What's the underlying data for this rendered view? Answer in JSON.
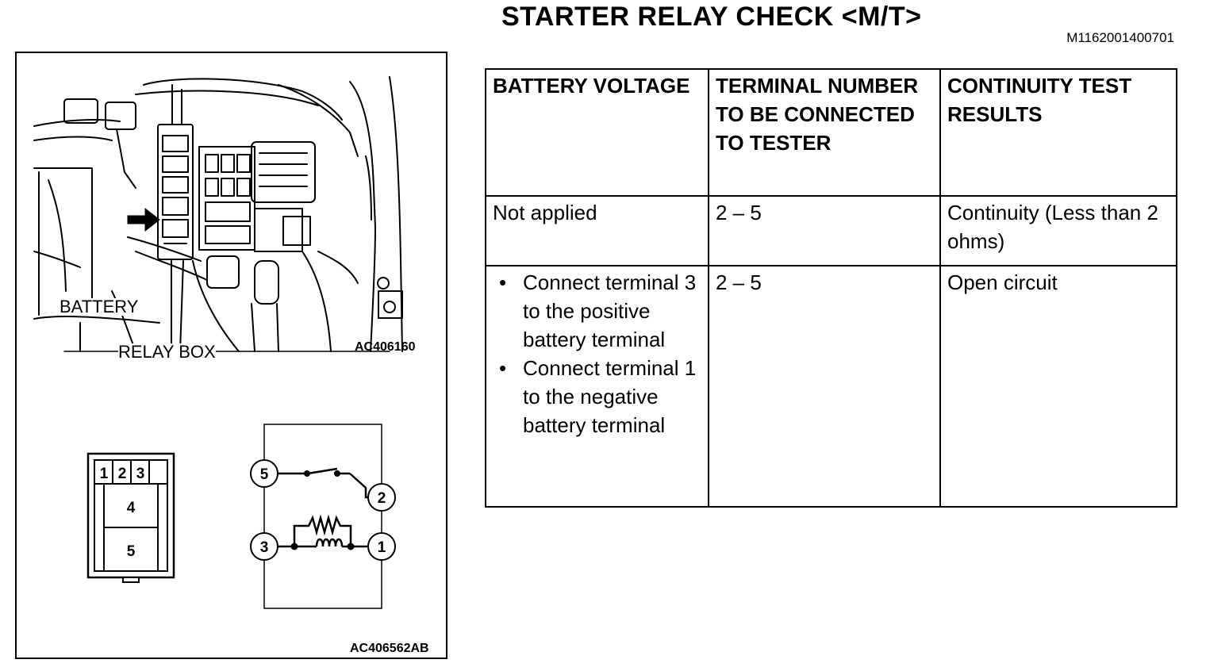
{
  "header": {
    "title": "STARTER RELAY CHECK <M/T>",
    "doc_id": "M1162001400701"
  },
  "figure": {
    "label_battery": "BATTERY",
    "label_relay_box": "RELAY BOX",
    "code_top": "AC406160",
    "code_bottom": "AC406562AB",
    "connector_pins": [
      "1",
      "2",
      "3",
      "4",
      "5"
    ],
    "circuit_terminals": [
      "5",
      "2",
      "3",
      "1"
    ]
  },
  "table": {
    "headers": [
      "BATTERY VOLTAGE",
      "TERMINAL NUMBER TO BE CONNECTED TO TESTER",
      "CONTINUITY TEST RESULTS"
    ],
    "rows": [
      {
        "voltage": "Not applied",
        "terminals": "2 – 5",
        "result": "Continuity (Less than 2 ohms)"
      },
      {
        "voltage_items": [
          "Connect terminal 3 to the positive battery terminal",
          "Connect terminal 1 to the negative battery terminal"
        ],
        "terminals": "2 – 5",
        "result": "Open circuit"
      }
    ]
  }
}
